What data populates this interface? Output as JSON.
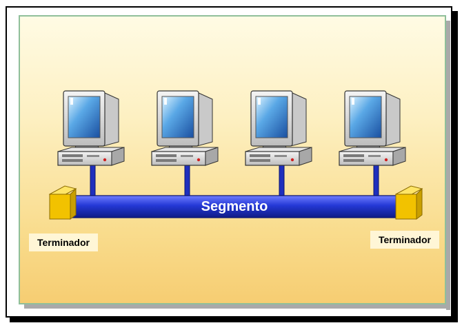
{
  "diagram": {
    "segment_label": "Segmento",
    "terminator_left_label": "Terminador",
    "terminator_right_label": "Terminador",
    "computers": [
      "pc-1",
      "pc-2",
      "pc-3",
      "pc-4"
    ]
  },
  "colors": {
    "cable": "#2a3fcf",
    "terminator": "#f2c200",
    "background_top": "#fffbe4",
    "background_bottom": "#f6cd72"
  }
}
